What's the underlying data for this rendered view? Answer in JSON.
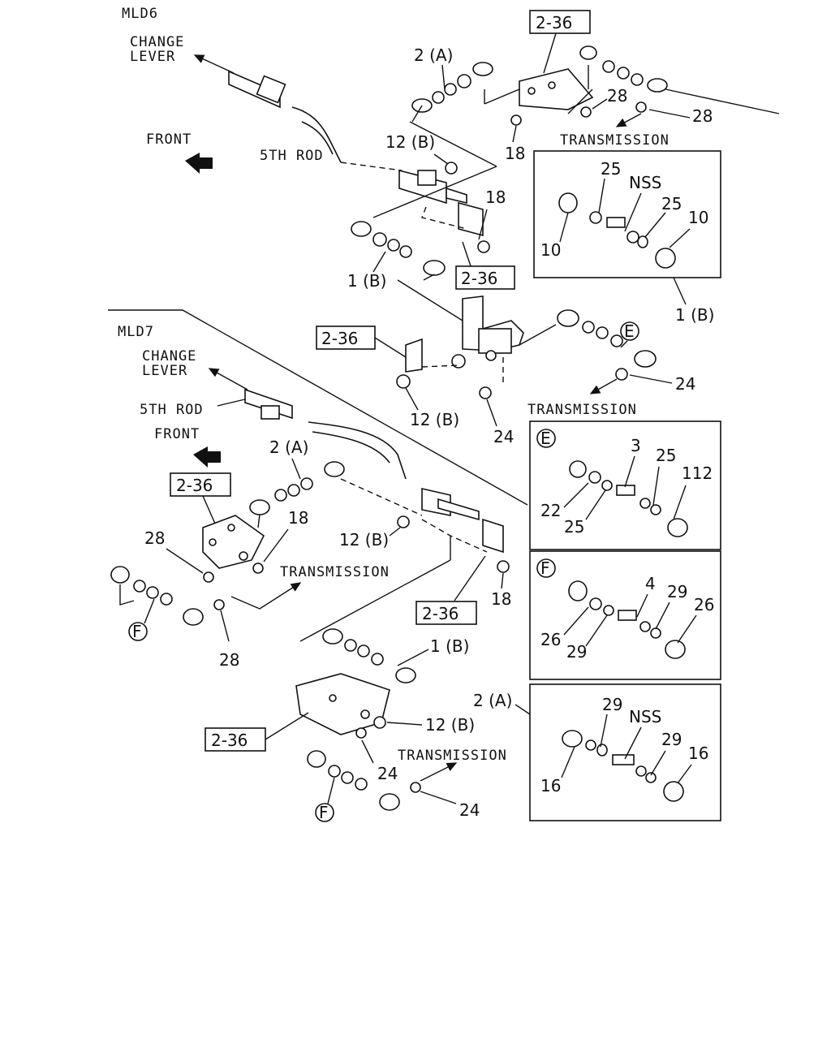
{
  "figure": {
    "mld6": {
      "title": "MLD6",
      "change_lever": [
        "CHANGE",
        "LEVER"
      ],
      "front": "FRONT",
      "fifth_rod": "5TH ROD",
      "transmission_top": "TRANSMISSION",
      "transmission_mid": "TRANSMISSION",
      "ref_2_36_top": "2-36",
      "ref_2_36_mid": "2-36",
      "ref_2_36_left": "2-36",
      "callouts": {
        "a2": "2 (A)",
        "c28a": "28",
        "c28b": "28",
        "c18a": "18",
        "c18b": "18",
        "c12b_top": "12 (B)",
        "c1b": "1 (B)",
        "c1b_detail": "1 (B)",
        "cE": "E",
        "c24a": "24",
        "c24b": "24",
        "c12b_low": "12 (B)"
      },
      "detail_1b": {
        "c25a": "25",
        "nss": "NSS",
        "c25b": "25",
        "c10a": "10",
        "c10b": "10"
      }
    },
    "mld7": {
      "title": "MLD7",
      "change_lever": [
        "CHANGE",
        "LEVER"
      ],
      "fifth_rod": "5TH ROD",
      "front": "FRONT",
      "transmission_a": "TRANSMISSION",
      "transmission_b": "TRANSMISSION",
      "ref_2_36_a": "2-36",
      "ref_2_36_b": "2-36",
      "ref_2_36_c": "2-36",
      "callouts": {
        "a2": "2 (A)",
        "c18a": "18",
        "c18b": "18",
        "c28a": "28",
        "c28b": "28",
        "c12b_a": "12 (B)",
        "c12b_b": "12 (B)",
        "cF_a": "F",
        "cF_b": "F",
        "c1b": "1 (B)",
        "c24a": "24",
        "c24b": "24",
        "a2_detail": "2 (A)"
      }
    },
    "detail_E": {
      "tag": "E",
      "c3": "3",
      "c25a": "25",
      "c112": "112",
      "c22": "22",
      "c25b": "25"
    },
    "detail_F": {
      "tag": "F",
      "c4": "4",
      "c29a": "29",
      "c26a": "26",
      "c26b": "26",
      "c29b": "29"
    },
    "detail_2A": {
      "c29a": "29",
      "nss": "NSS",
      "c29b": "29",
      "c16a": "16",
      "c16b": "16"
    }
  }
}
